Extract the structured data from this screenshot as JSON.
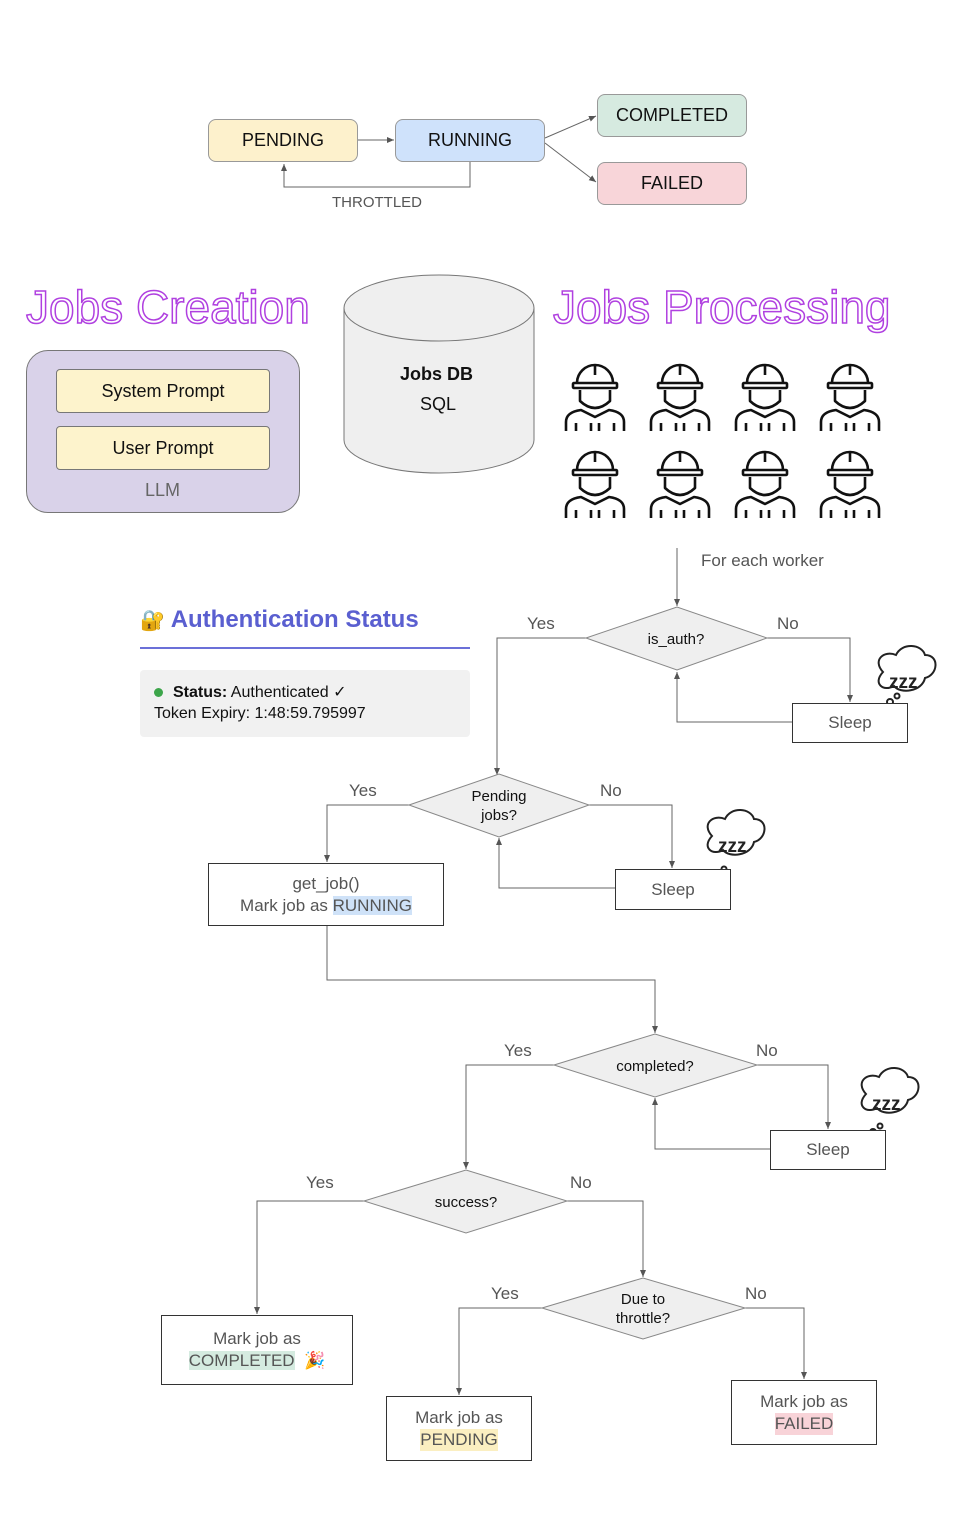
{
  "states": {
    "pending": "PENDING",
    "running": "RUNNING",
    "completed": "COMPLETED",
    "failed": "FAILED",
    "throttled": "THROTTLED"
  },
  "jobs_creation": {
    "title": "Jobs Creation",
    "system_prompt": "System Prompt",
    "user_prompt": "User Prompt",
    "llm": "LLM"
  },
  "db": {
    "name": "Jobs DB",
    "type": "SQL"
  },
  "jobs_processing": {
    "title": "Jobs Processing",
    "workers": 8
  },
  "flow": {
    "for_each_worker": "For each worker",
    "is_auth": "is_auth?",
    "pending_jobs": "Pending jobs?",
    "completed": "completed?",
    "success": "success?",
    "due_to_throttle": "Due to throttle?",
    "yes": "Yes",
    "no": "No",
    "sleep": "Sleep",
    "zzz": "zzz",
    "get_job": "get_job()",
    "mark_job_as": "Mark job as",
    "mark_job_as_running_prefix": "Mark job as ",
    "running": "RUNNING",
    "completed_state": "COMPLETED",
    "party_emoji": "🎉",
    "pending_state": "PENDING",
    "failed_state": "FAILED"
  },
  "auth": {
    "lock_icon": "🔐",
    "title": "Authentication Status",
    "status_label": "Status:",
    "status_value": "Authenticated ✓",
    "token_expiry": "Token Expiry: 1:48:59.795997"
  },
  "colors": {
    "pending": "#fdf1cc",
    "running": "#cfe2fb",
    "completed": "#d6eae0",
    "failed": "#f8d5d9",
    "llm_panel": "#d9d2e9",
    "title_outline": "#b040e0",
    "auth_title": "#5a5fd0"
  }
}
